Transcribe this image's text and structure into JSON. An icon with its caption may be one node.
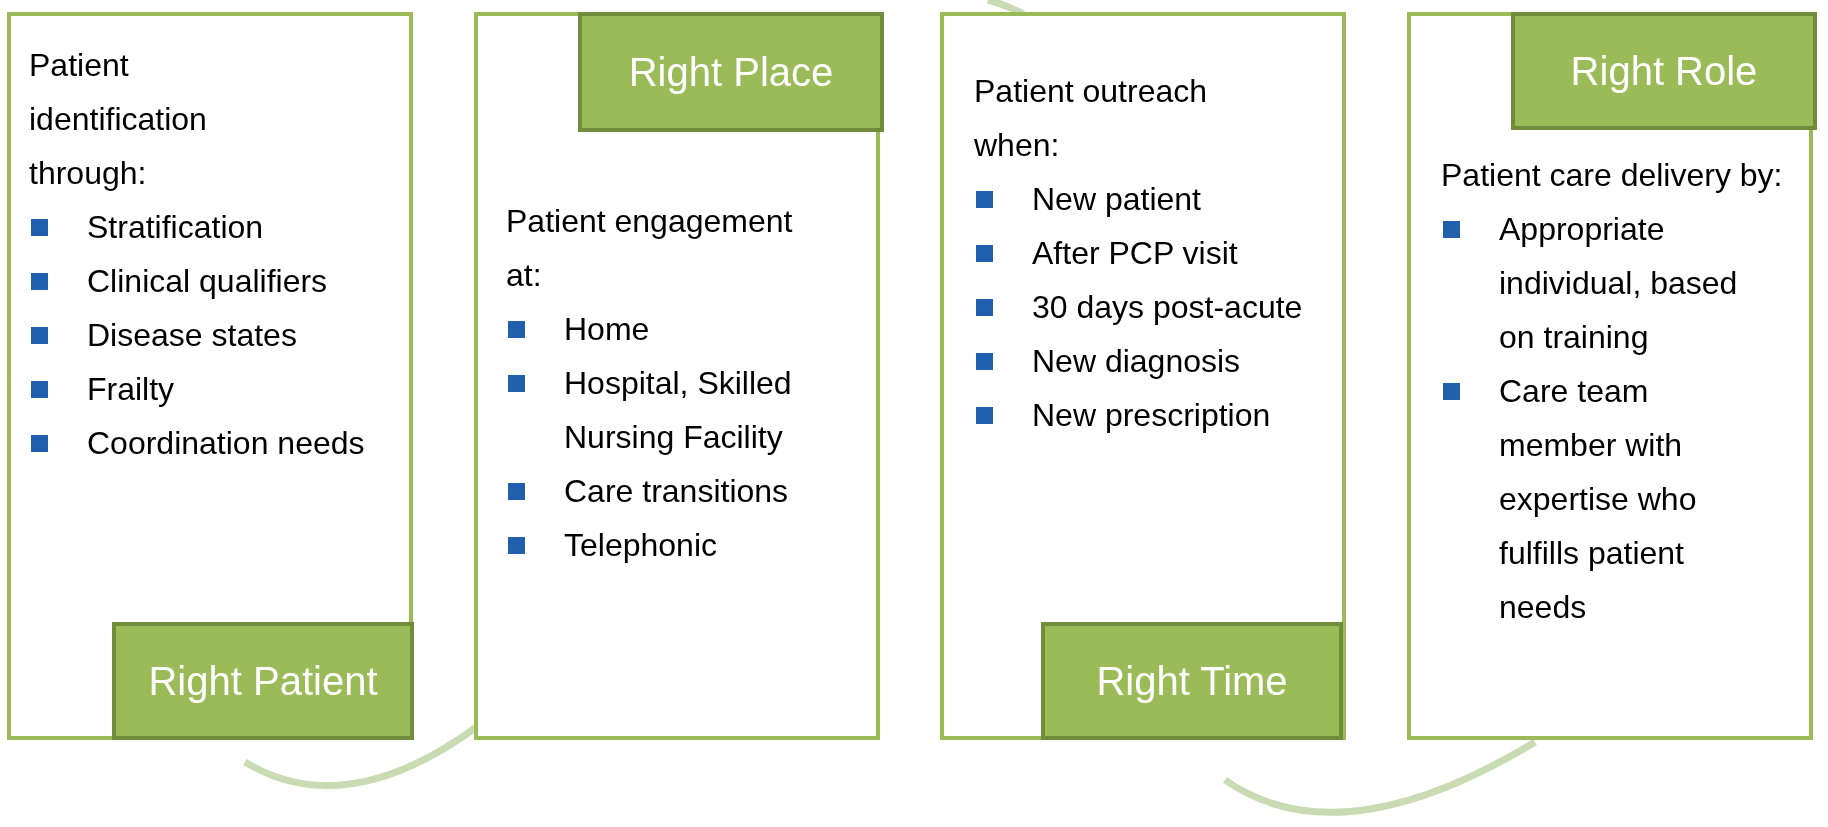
{
  "diagram": {
    "nodes": [
      {
        "text": [
          "Patient identification through:",
          "Stratification",
          "Clinical qualifiers",
          "Disease states",
          "Frailty",
          "Coordination needs"
        ]
      },
      {
        "text": [
          "Right Patient"
        ],
        "in": 0
      },
      {
        "text": [
          "Patient engagement at:",
          "Home",
          "Hospital, Skilled Nursing Facility",
          "Care transitions",
          "Telephonic"
        ]
      },
      {
        "text": [
          "Right Place"
        ],
        "in": 2
      },
      {
        "text": [
          "Patient outreach when:",
          "New patient",
          "After PCP visit",
          "30 days post-acute",
          "New diagnosis",
          "New prescription"
        ]
      },
      {
        "text": [
          "Right Time"
        ],
        "in": 4
      },
      {
        "text": [
          "Patient care delivery by:",
          "Appropriate individual, based on training",
          "Care team member with expertise who fulfills patient needs"
        ]
      },
      {
        "text": [
          "Right Role"
        ],
        "in": 6
      }
    ]
  }
}
